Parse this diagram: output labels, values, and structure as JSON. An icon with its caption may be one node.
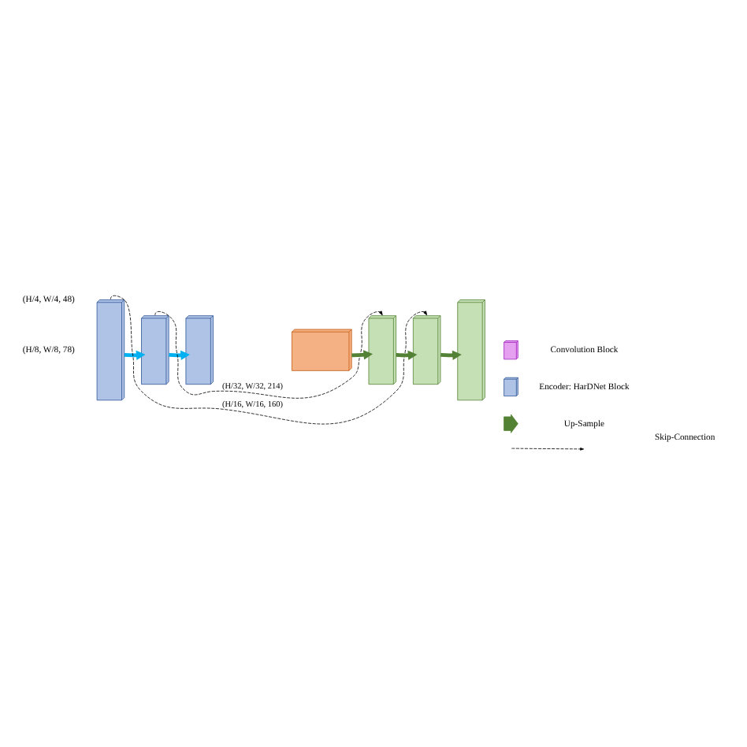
{
  "diagram": {
    "nodes": [
      {
        "text": [],
        "shape": "box"
      },
      {
        "text": [],
        "shape": "box"
      },
      {
        "text": [],
        "shape": "box"
      },
      {
        "text": [],
        "shape": "box"
      },
      {
        "text": [],
        "shape": "box"
      },
      {
        "text": [],
        "shape": "box"
      },
      {
        "text": [],
        "shape": "box"
      }
    ],
    "edges": [
      {
        "from": 0,
        "to": 1,
        "arrow": "to",
        "color": "#00b0f0"
      },
      {
        "from": 1,
        "to": 2,
        "arrow": "to",
        "color": "#00b0f0"
      },
      {
        "from": 3,
        "to": 4,
        "arrow": "to",
        "color": "#538135"
      },
      {
        "from": 4,
        "to": 5,
        "arrow": "to",
        "color": "#538135"
      },
      {
        "from": 5,
        "to": 6,
        "arrow": "to",
        "color": "#538135"
      },
      {
        "from": 1,
        "to": 4,
        "arrow": "to",
        "style": "dashed",
        "color": "#000000",
        "label": "(H/32, W/32, 214)"
      },
      {
        "from": 0,
        "to": 5,
        "arrow": "to",
        "style": "dashed",
        "color": "#000000",
        "label": "(H/16, W/16, 160)"
      }
    ],
    "labels": [
      "(H/4, W/4, 48)",
      "(H/8, W/8, 78)"
    ],
    "legend": [
      {
        "text": "Convolution Block"
      },
      {
        "text": "Encoder: HarDNet Block"
      },
      {
        "text": "Up-Sample"
      },
      {
        "text": "Skip-Connection"
      }
    ]
  }
}
